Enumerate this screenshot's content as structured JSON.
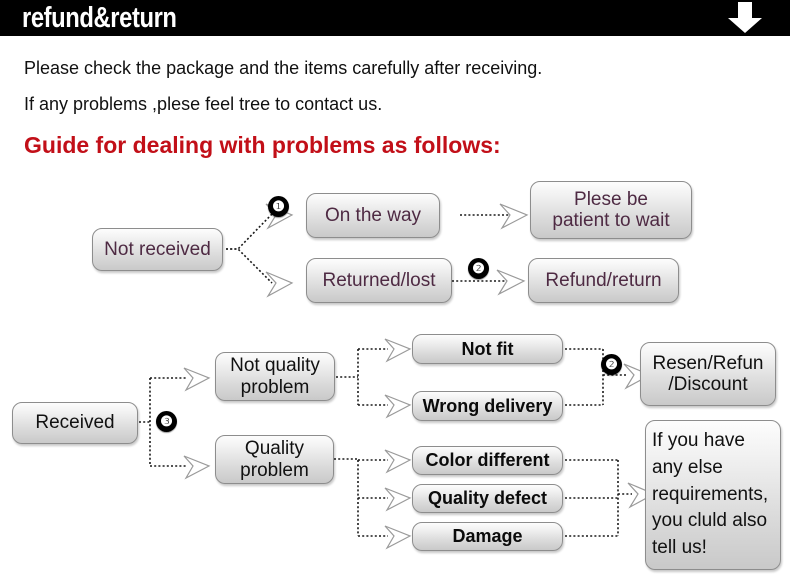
{
  "header": {
    "title": "refund&return",
    "arrow_icon": "arrow-down-icon"
  },
  "intro": {
    "line1": "Please check the package and the items carefully after receiving.",
    "line2": "If any problems ,plese feel tree to contact us.",
    "guide_heading": "Guide for dealing with problems as follows:"
  },
  "colors": {
    "header_bg": "#000000",
    "guide_red": "#c20f18",
    "node_text_purple": "#4e2a43",
    "node_text_dark": "#0b0b0b",
    "node_fill_top": "#fdfdfd",
    "node_fill_bottom": "#c9c9c9",
    "node_border": "#8d8d8d",
    "badge_bg": "#000000"
  },
  "flow_top": {
    "start": "Not received",
    "branch_a": "On the way",
    "branch_b": "Returned/lost",
    "result_a_line1": "Plese be",
    "result_a_line2": "patient to wait",
    "result_b": "Refund/return",
    "badge_1": "❶",
    "badge_2": "❷"
  },
  "flow_bottom": {
    "start": "Received",
    "badge_3": "❸",
    "badge_2": "❷",
    "category_a_line1": "Not quality",
    "category_a_line2": "problem",
    "category_b_line1": "Quality",
    "category_b_line2": "problem",
    "issues_not_quality": [
      "Not fit",
      "Wrong delivery"
    ],
    "issues_quality": [
      "Color different",
      "Quality defect",
      "Damage"
    ],
    "result_line1": "Resen/Refun",
    "result_line2": "/Discount",
    "note_lines": [
      "If you have",
      "any else",
      "requirements,",
      "you cluld also",
      "tell us!"
    ]
  }
}
